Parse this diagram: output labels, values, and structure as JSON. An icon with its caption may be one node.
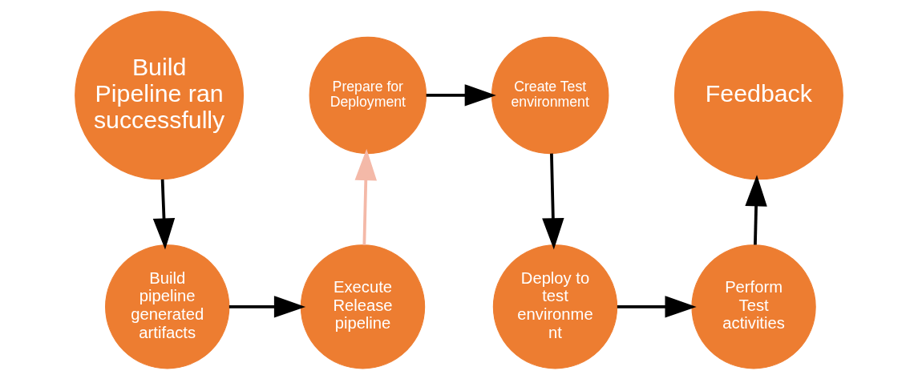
{
  "diagram": {
    "nodes": [
      {
        "text": [
          "Build Pipeline ran successfully"
        ]
      },
      {
        "text": [
          "Prepare for Deployment"
        ]
      },
      {
        "text": [
          "Create Test environment"
        ]
      },
      {
        "text": [
          "Feedback"
        ]
      },
      {
        "text": [
          "Build pipeline generated artifacts"
        ]
      },
      {
        "text": [
          "Execute Release pipeline"
        ]
      },
      {
        "text": [
          "Deploy to test environme nt"
        ]
      },
      {
        "text": [
          "Perform Test activities"
        ]
      }
    ],
    "edges": [
      {
        "from": 0,
        "to": 4,
        "arrow": "to"
      },
      {
        "from": 4,
        "to": 5,
        "arrow": "to"
      },
      {
        "from": 5,
        "to": 1,
        "arrow": "to",
        "color": "#f4b9a8"
      },
      {
        "from": 1,
        "to": 2,
        "arrow": "to"
      },
      {
        "from": 2,
        "to": 6,
        "arrow": "to"
      },
      {
        "from": 6,
        "to": 7,
        "arrow": "to"
      },
      {
        "from": 7,
        "to": 3,
        "arrow": "to"
      }
    ]
  }
}
